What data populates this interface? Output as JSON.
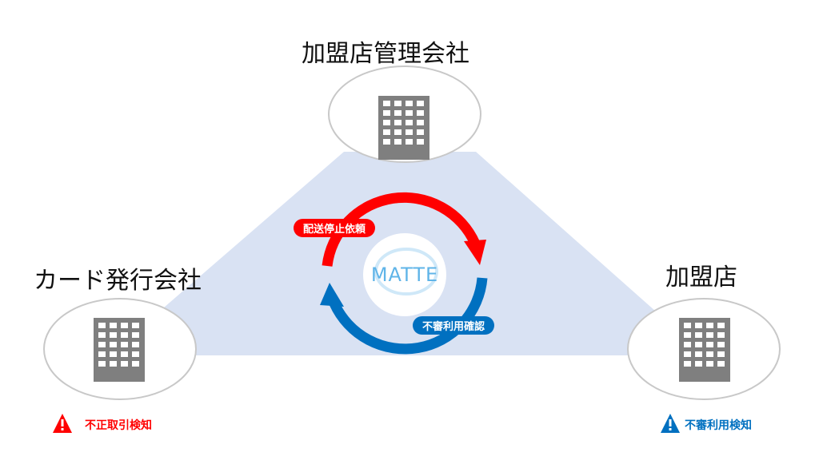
{
  "nodes": {
    "top": "加盟店管理会社",
    "left": "カード発行会社",
    "right": "加盟店"
  },
  "center": "MATTE",
  "flows": {
    "red": "配送停止依頼",
    "blue": "不審利用確認"
  },
  "alerts": {
    "left": "不正取引検知",
    "right": "不審利用検知"
  },
  "colors": {
    "red": "#ff0000",
    "blue": "#0070c0",
    "bg": "#d9e2f3",
    "building": "#7f7f7f"
  }
}
